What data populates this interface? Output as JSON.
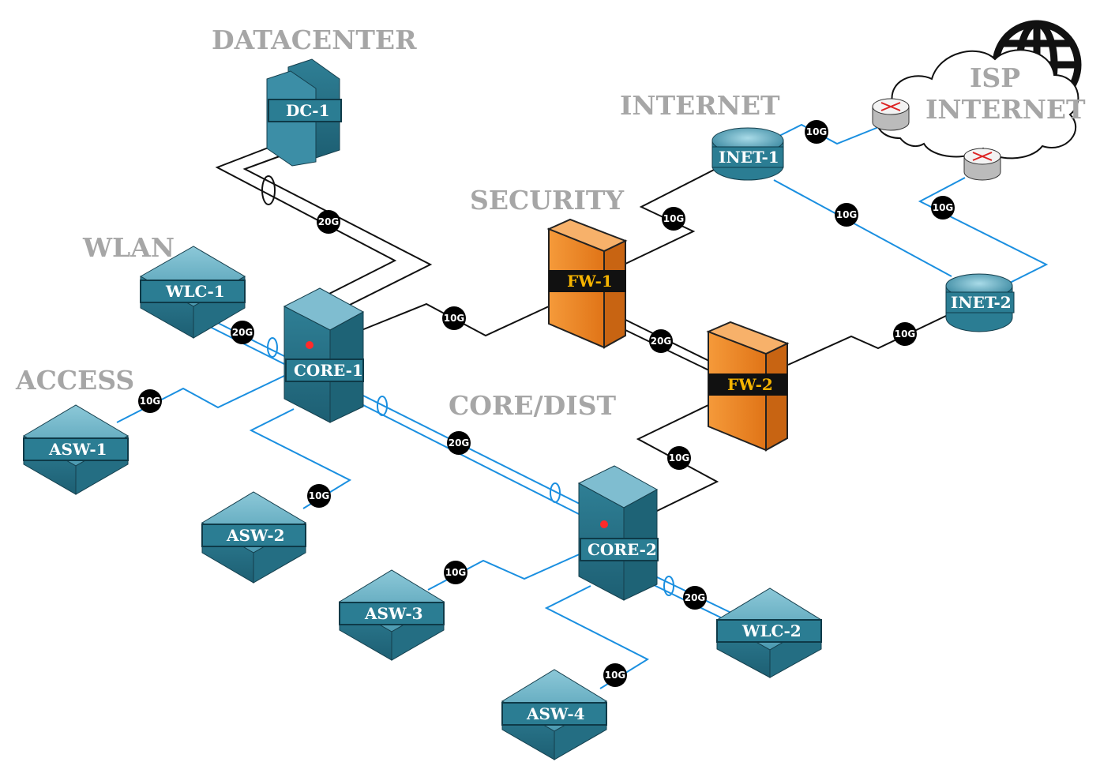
{
  "zones": {
    "datacenter": "DATACENTER",
    "internet": "INTERNET",
    "security": "SECURITY",
    "wlan": "WLAN",
    "access": "ACCESS",
    "core_dist": "CORE/DIST",
    "isp_line1": "ISP",
    "isp_line2": "INTERNET"
  },
  "devices": {
    "dc1": "DC-1",
    "inet1": "INET-1",
    "inet2": "INET-2",
    "fw1": "FW-1",
    "fw2": "FW-2",
    "wlc1": "WLC-1",
    "wlc2": "WLC-2",
    "core1": "CORE-1",
    "core2": "CORE-2",
    "asw1": "ASW-1",
    "asw2": "ASW-2",
    "asw3": "ASW-3",
    "asw4": "ASW-4"
  },
  "links": {
    "dc_core1": "20G",
    "inet1_fw1": "10G",
    "inet1_isp": "10G",
    "inet1_inet2": "10G",
    "isp_inet2": "10G",
    "core1_fw1": "10G",
    "fw1_fw2": "20G",
    "fw2_inet2": "10G",
    "wlc1_core1": "20G",
    "asw1_core1": "10G",
    "asw2_core1": "10G",
    "core1_core2": "20G",
    "fw2_core2": "10G",
    "asw3_core2": "10G",
    "asw4_core2": "10G",
    "core2_wlc2": "20G"
  },
  "colors": {
    "device_teal": "#2b7d93",
    "firewall_orange": "#f08a24",
    "link_blue": "#1a8fe0",
    "link_black": "#111111",
    "zone_gray": "#a6a6a6",
    "fw_label": "#f6b400"
  }
}
